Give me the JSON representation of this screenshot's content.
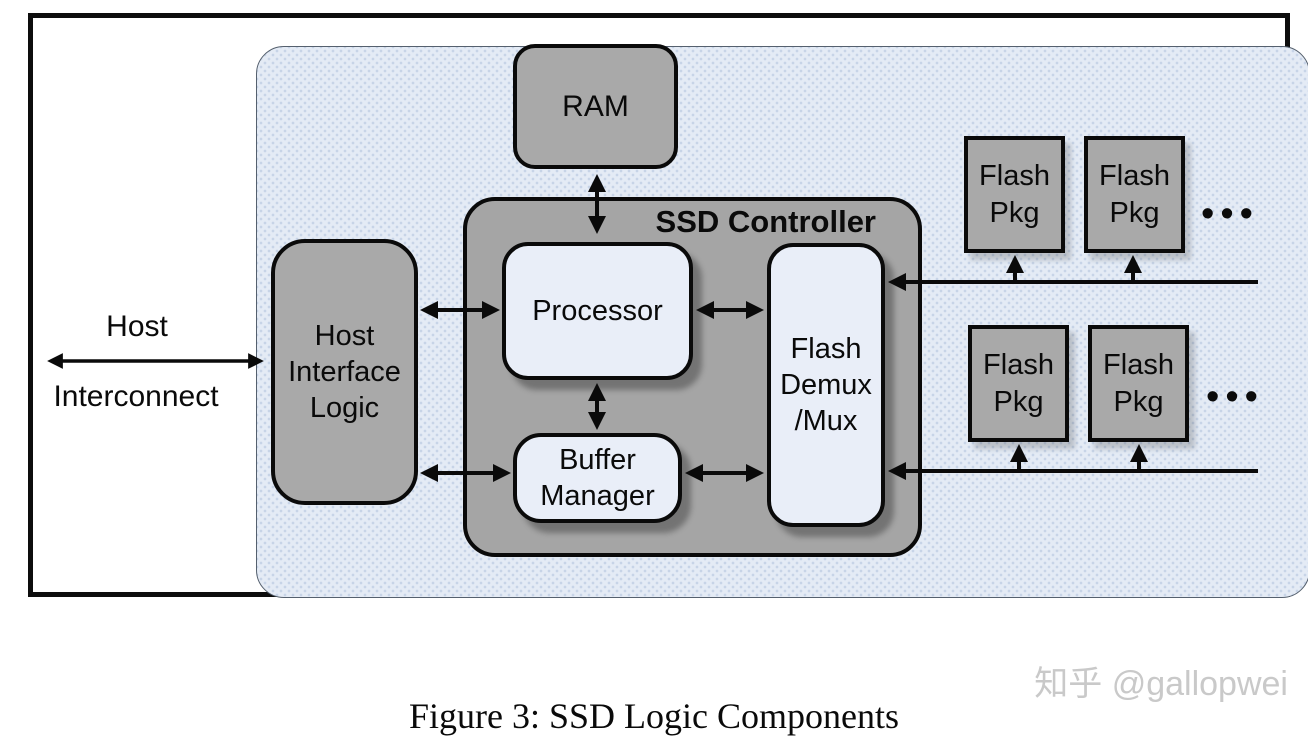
{
  "colors": {
    "frame-border": "#0d0d0d",
    "canvas-bg": "#e4ebf5",
    "canvas-dot": "#c7d4e7",
    "canvas-border": "#55606e",
    "box-gray": "#a9a9a9",
    "controller-gray": "#a5a5a5",
    "box-light": "#e9eef8",
    "line-black": "#0a0a0a",
    "watermark-gray": "#c9c9c9"
  },
  "labels": {
    "host": "Host",
    "interconnect": "Interconnect",
    "ram": "RAM",
    "controller": "SSD Controller",
    "processor": "Processor",
    "buffer_manager": "Buffer\nManager",
    "flash_demux": "Flash\nDemux\n/Mux",
    "host_interface_logic": "Host\nInterface\nLogic",
    "ellipsis": "•••"
  },
  "flash_rows": [
    {
      "packages": [
        "Flash\nPkg",
        "Flash\nPkg"
      ]
    },
    {
      "packages": [
        "Flash\nPkg",
        "Flash\nPkg"
      ]
    }
  ],
  "caption": "Figure 3: SSD Logic Components",
  "watermark": "知乎 @gallopwei"
}
